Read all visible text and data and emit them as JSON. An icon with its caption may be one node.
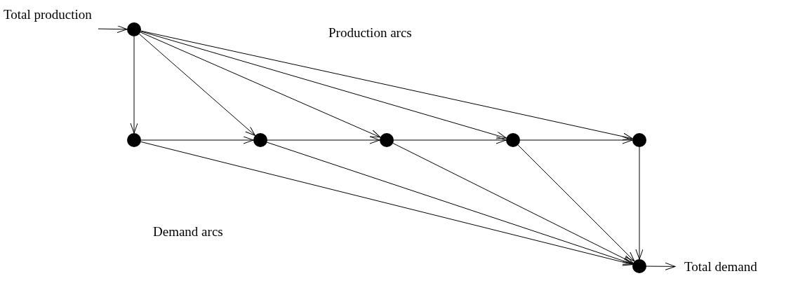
{
  "diagram": {
    "nodes": [
      {
        "text": [
          "Total production"
        ]
      },
      {
        "text": [],
        "shape": "circle"
      },
      {
        "text": [],
        "shape": "circle"
      },
      {
        "text": [],
        "shape": "circle"
      },
      {
        "text": [],
        "shape": "circle"
      },
      {
        "text": [],
        "shape": "circle"
      },
      {
        "text": [],
        "shape": "circle"
      },
      {
        "text": [],
        "shape": "circle"
      },
      {
        "text": [
          "Total demand"
        ]
      }
    ],
    "edges": [
      {
        "from": 0,
        "to": 1,
        "arrow": "to"
      },
      {
        "from": 1,
        "to": 2,
        "arrow": "to"
      },
      {
        "from": 1,
        "to": 3,
        "arrow": "to"
      },
      {
        "from": 1,
        "to": 4,
        "arrow": "to"
      },
      {
        "from": 1,
        "to": 5,
        "arrow": "to"
      },
      {
        "from": 1,
        "to": 6,
        "arrow": "to"
      },
      {
        "from": 2,
        "to": 3,
        "arrow": "to"
      },
      {
        "from": 3,
        "to": 4,
        "arrow": "to"
      },
      {
        "from": 4,
        "to": 5,
        "arrow": "to"
      },
      {
        "from": 5,
        "to": 6,
        "arrow": "to"
      },
      {
        "from": 2,
        "to": 7,
        "arrow": "to"
      },
      {
        "from": 3,
        "to": 7,
        "arrow": "to"
      },
      {
        "from": 4,
        "to": 7,
        "arrow": "to"
      },
      {
        "from": 5,
        "to": 7,
        "arrow": "to"
      },
      {
        "from": 6,
        "to": 7,
        "arrow": "to"
      },
      {
        "from": 7,
        "to": 8,
        "arrow": "to"
      }
    ],
    "labels": [
      "Production arcs",
      "Demand arcs"
    ]
  }
}
